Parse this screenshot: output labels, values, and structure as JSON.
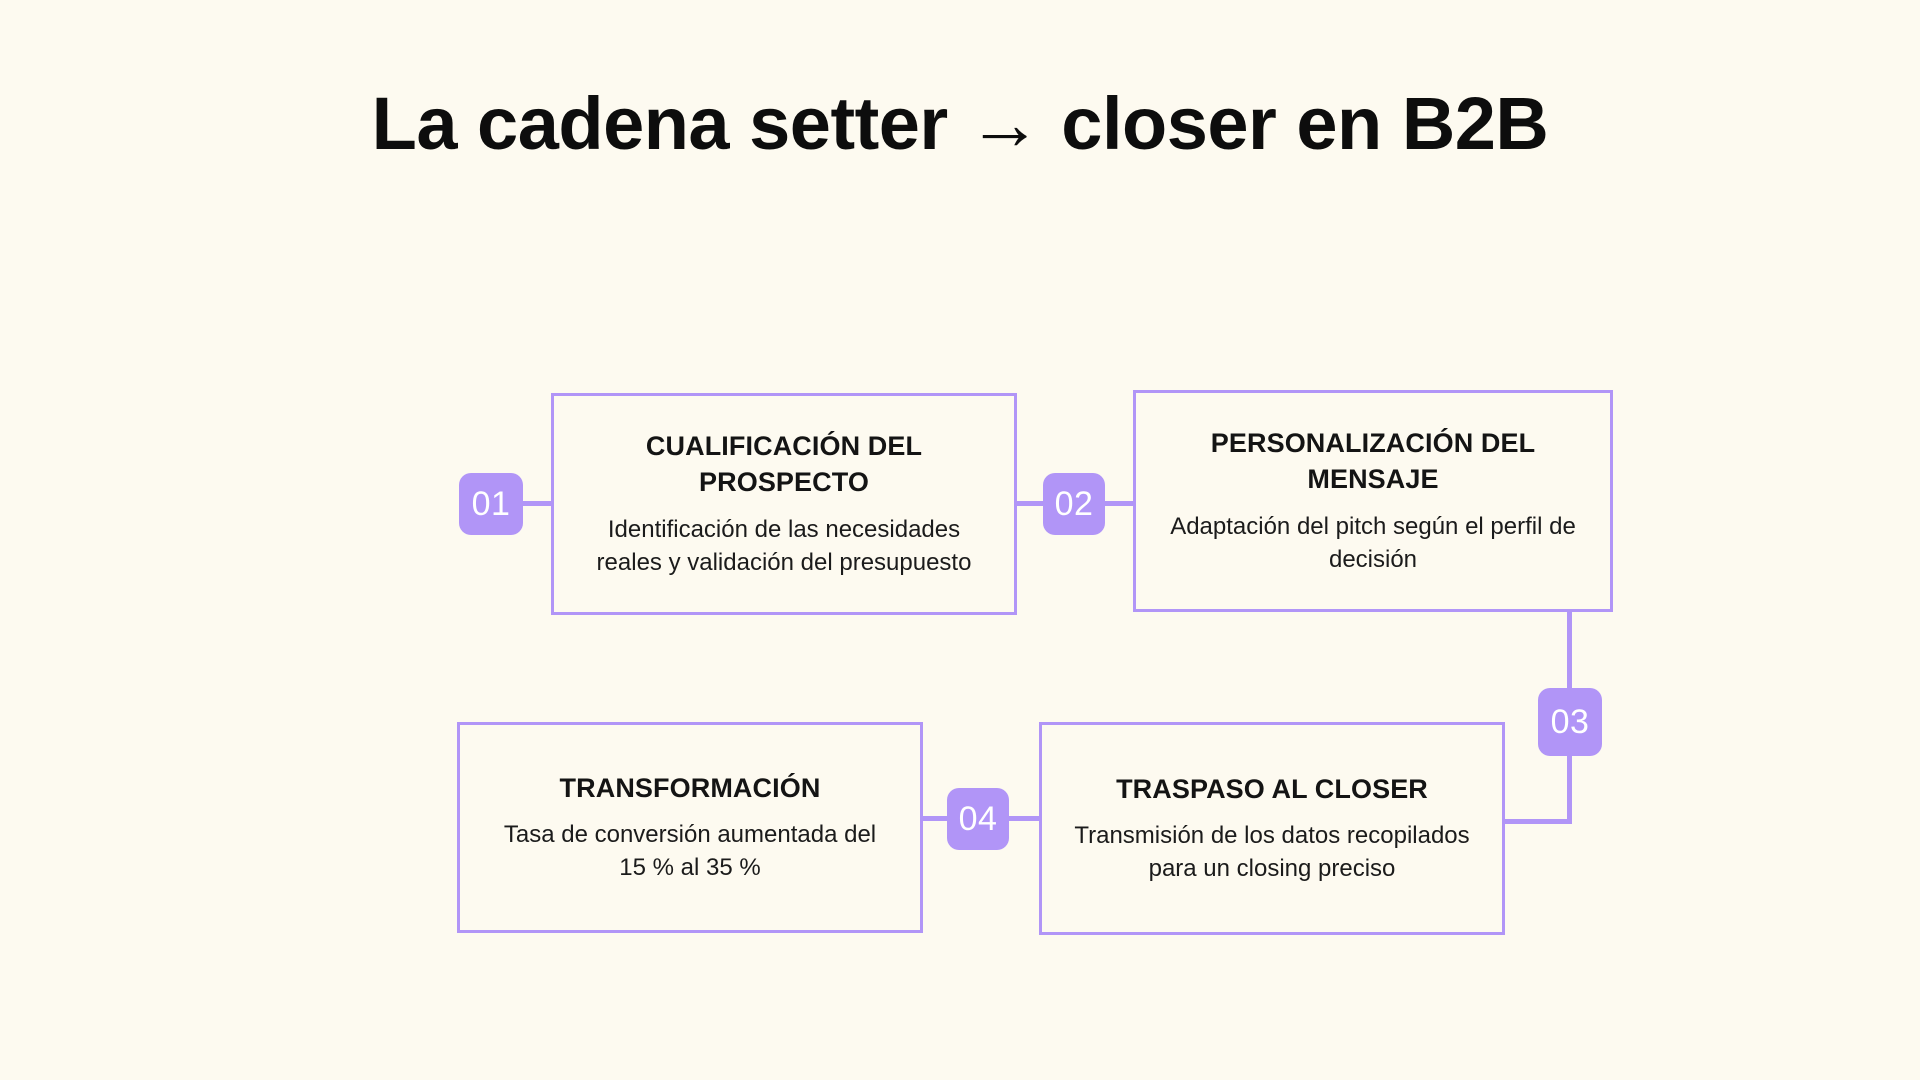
{
  "page": {
    "title": "La cadena setter → closer en B2B",
    "background_color": "#fdfaf0",
    "accent_color": "#b195f7",
    "text_color": "#141414"
  },
  "diagram": {
    "type": "process-flow",
    "steps": [
      {
        "number": "01",
        "title": "CUALIFICACIÓN DEL PROSPECTO",
        "description": "Identificación de las necesidades reales y validación del presupuesto"
      },
      {
        "number": "02",
        "title": "PERSONALIZACIÓN DEL MENSAJE",
        "description": "Adaptación del pitch según el perfil de decisión"
      },
      {
        "number": "03",
        "title": "TRASPASO AL CLOSER",
        "description": "Transmisión de los datos recopilados para un closing preciso"
      },
      {
        "number": "04",
        "title": "TRANSFORMACIÓN",
        "description": "Tasa de conversión aumentada del 15 % al 35 %"
      }
    ]
  }
}
